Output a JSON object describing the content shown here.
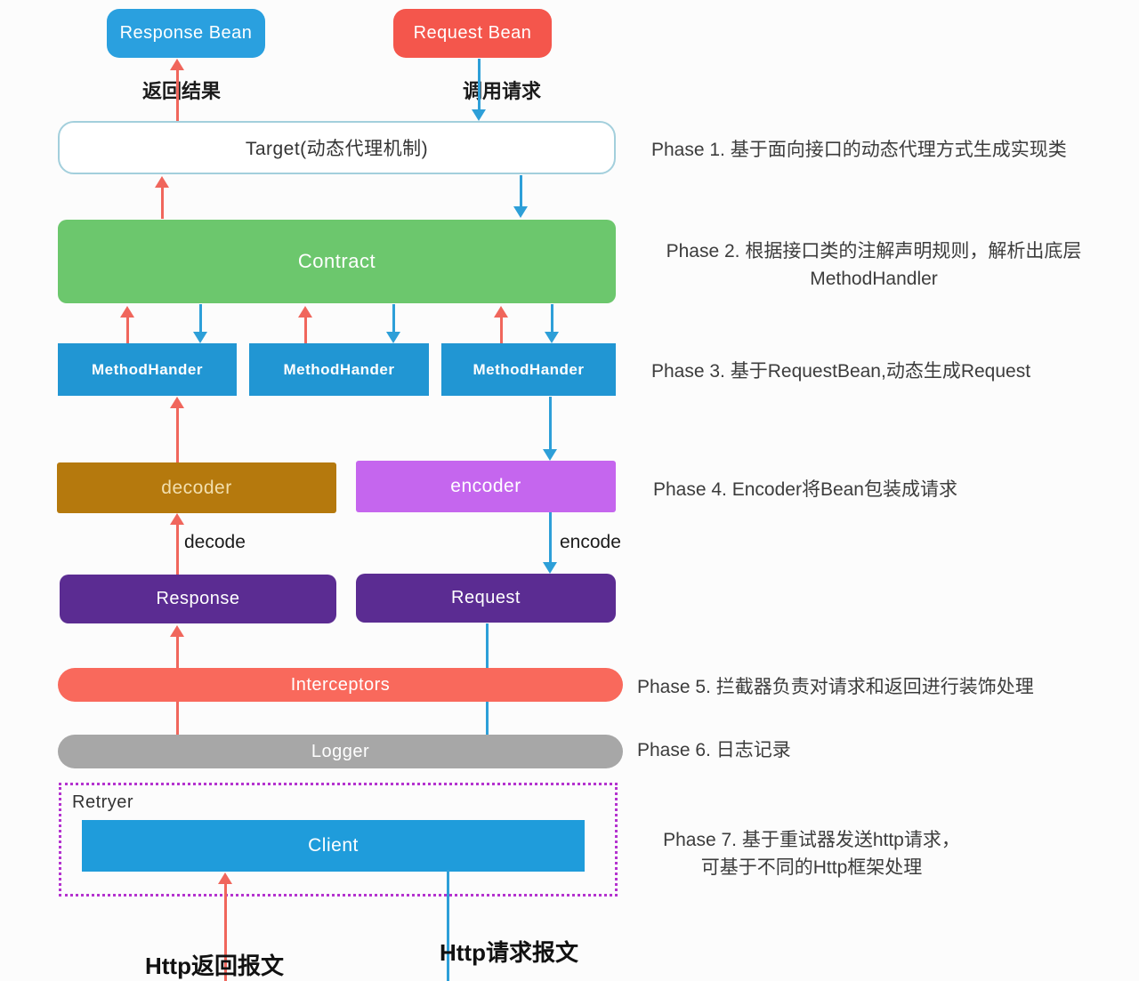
{
  "nodes": {
    "response_bean": {
      "label": "Response Bean"
    },
    "request_bean": {
      "label": "Request Bean"
    },
    "target": {
      "label": "Target(动态代理机制)"
    },
    "contract": {
      "label": "Contract"
    },
    "method_handlers": [
      "MethodHander",
      "MethodHander",
      "MethodHander"
    ],
    "decoder": {
      "label": "decoder"
    },
    "encoder": {
      "label": "encoder"
    },
    "response": {
      "label": "Response"
    },
    "request": {
      "label": "Request"
    },
    "interceptors": {
      "label": "Interceptors"
    },
    "logger": {
      "label": "Logger"
    },
    "retryer": {
      "label": "Retryer"
    },
    "client": {
      "label": "Client"
    }
  },
  "edge_labels": {
    "return_result": "返回结果",
    "invoke_request": "调用请求",
    "decode": "decode",
    "encode": "encode",
    "http_response": "Http返回报文",
    "http_request": "Http请求报文"
  },
  "phases": [
    {
      "line1": "Phase 1. 基于面向接口的动态代理方式生成实现类",
      "line2": ""
    },
    {
      "line1": "Phase 2. 根据接口类的注解声明规则，解析出底层",
      "line2": "MethodHandler"
    },
    {
      "line1": "Phase 3. 基于RequestBean,动态生成Request",
      "line2": ""
    },
    {
      "line1": "Phase 4. Encoder将Bean包装成请求",
      "line2": ""
    },
    {
      "line1": "Phase 5. 拦截器负责对请求和返回进行装饰处理",
      "line2": ""
    },
    {
      "line1": "Phase 6. 日志记录",
      "line2": ""
    },
    {
      "line1": "Phase 7. 基于重试器发送http请求，",
      "line2": "可基于不同的Http框架处理"
    }
  ],
  "colors": {
    "blue_box": "#2aa0df",
    "red_box": "#f4564c",
    "green_box": "#6cc76d",
    "mh_blue": "#2196d3",
    "gold_box": "#b5790d",
    "violet_box": "#c566ee",
    "purple_box": "#5b2c92",
    "salmon_box": "#f9695c",
    "gray_box": "#a7a7a7",
    "client_blue": "#1f9cdb",
    "target_border": "#a3cfdc",
    "retryer_border": "#b433cf",
    "arrow_red": "#f0665c",
    "arrow_blue": "#2d9fd8"
  }
}
